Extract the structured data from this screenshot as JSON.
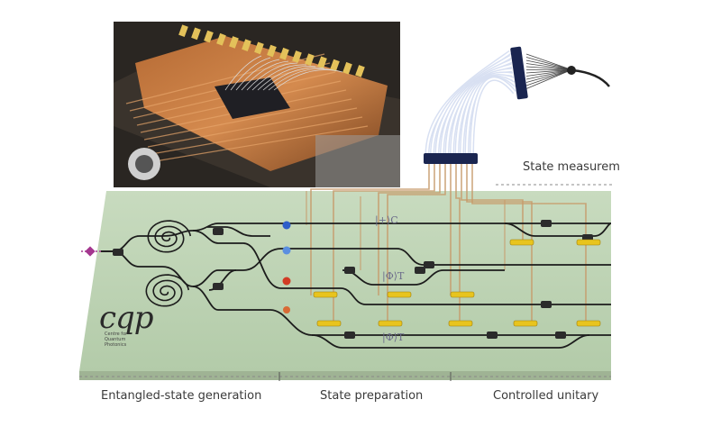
{
  "labels": {
    "state_measurement": "State measurem",
    "entangled_generation": "Entangled-state generation",
    "state_preparation": "State preparation",
    "controlled_unitary": "Controlled unitary"
  },
  "logo": {
    "main": "cqp",
    "sub": "Centre for Quantum Photonics"
  },
  "chip_states": {
    "top": "|+⟩C",
    "middle": "|Φ⟩T",
    "bottom": "|Φ⟩T"
  },
  "colors": {
    "chip_background": "#bed3b6",
    "waveguide": "#1c1c1c",
    "wire": "#c79a6a",
    "heater": "#e8c41e",
    "source_dot": "#a4378f",
    "blue_dot": "#2d5ec9",
    "light_blue_dot": "#5a8fe0",
    "red_dot": "#d13b25",
    "orange_dot": "#d86a35",
    "fiber_connector": "#1a2550",
    "photo_copper": "#9d5a2e",
    "photo_dark": "#2a2622",
    "photo_pads": "#e3c15a"
  },
  "icons": [
    "spiral-delay-icon",
    "fiber-bundle-icon",
    "cable-icon",
    "photograph-inset-icon"
  ]
}
